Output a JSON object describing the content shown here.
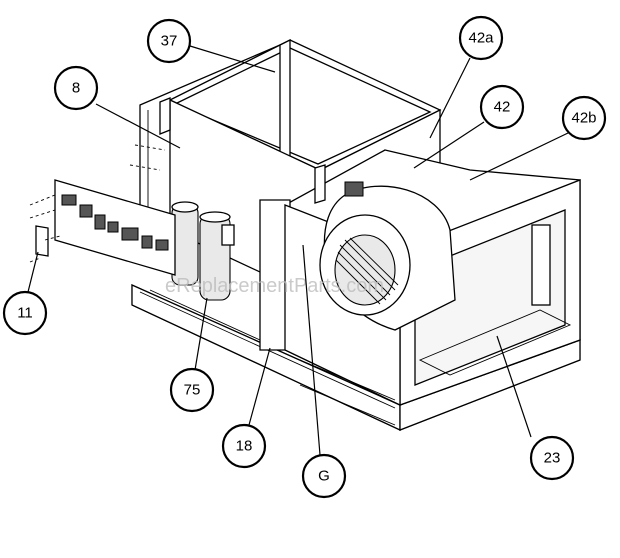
{
  "diagram": {
    "watermark": "eReplacementParts.com",
    "callouts": [
      {
        "id": "37",
        "label": "37"
      },
      {
        "id": "42a",
        "label": "42a"
      },
      {
        "id": "8",
        "label": "8"
      },
      {
        "id": "42",
        "label": "42"
      },
      {
        "id": "42b",
        "label": "42b"
      },
      {
        "id": "11",
        "label": "11"
      },
      {
        "id": "75",
        "label": "75"
      },
      {
        "id": "18",
        "label": "18"
      },
      {
        "id": "G",
        "label": "G"
      },
      {
        "id": "23",
        "label": "23"
      }
    ]
  }
}
